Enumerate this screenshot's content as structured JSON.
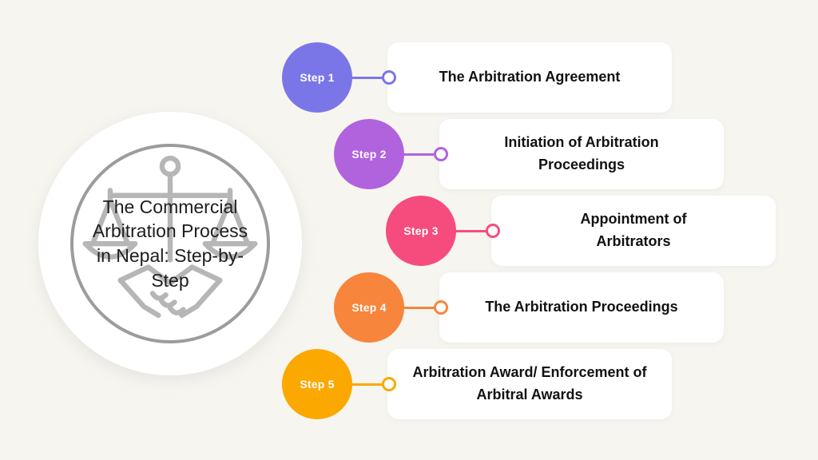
{
  "background_color": "#f7f5ef",
  "card_color": "#ffffff",
  "hero": {
    "title": "The Commercial\nArbitration Process\nin Nepal: Step-by-\nStep",
    "icon": "scales-of-justice-handshake-icon",
    "circle_color": "#ffffff",
    "ring_color": "#9c9c9c",
    "icon_color": "#b6b6b6",
    "text_color": "#1d1d1d"
  },
  "steps": [
    {
      "label": "Step 1",
      "title": "The Arbitration Agreement",
      "color": "#7b76e7"
    },
    {
      "label": "Step 2",
      "title": "Initiation of Arbitration\nProceedings",
      "color": "#b163de"
    },
    {
      "label": "Step 3",
      "title": "Appointment of\nArbitrators",
      "color": "#f64c7d"
    },
    {
      "label": "Step 4",
      "title": "The Arbitration Proceedings",
      "color": "#f8853c"
    },
    {
      "label": "Step 5",
      "title": "Arbitration Award/ Enforcement of\nArbitral Awards",
      "color": "#fba800"
    }
  ]
}
